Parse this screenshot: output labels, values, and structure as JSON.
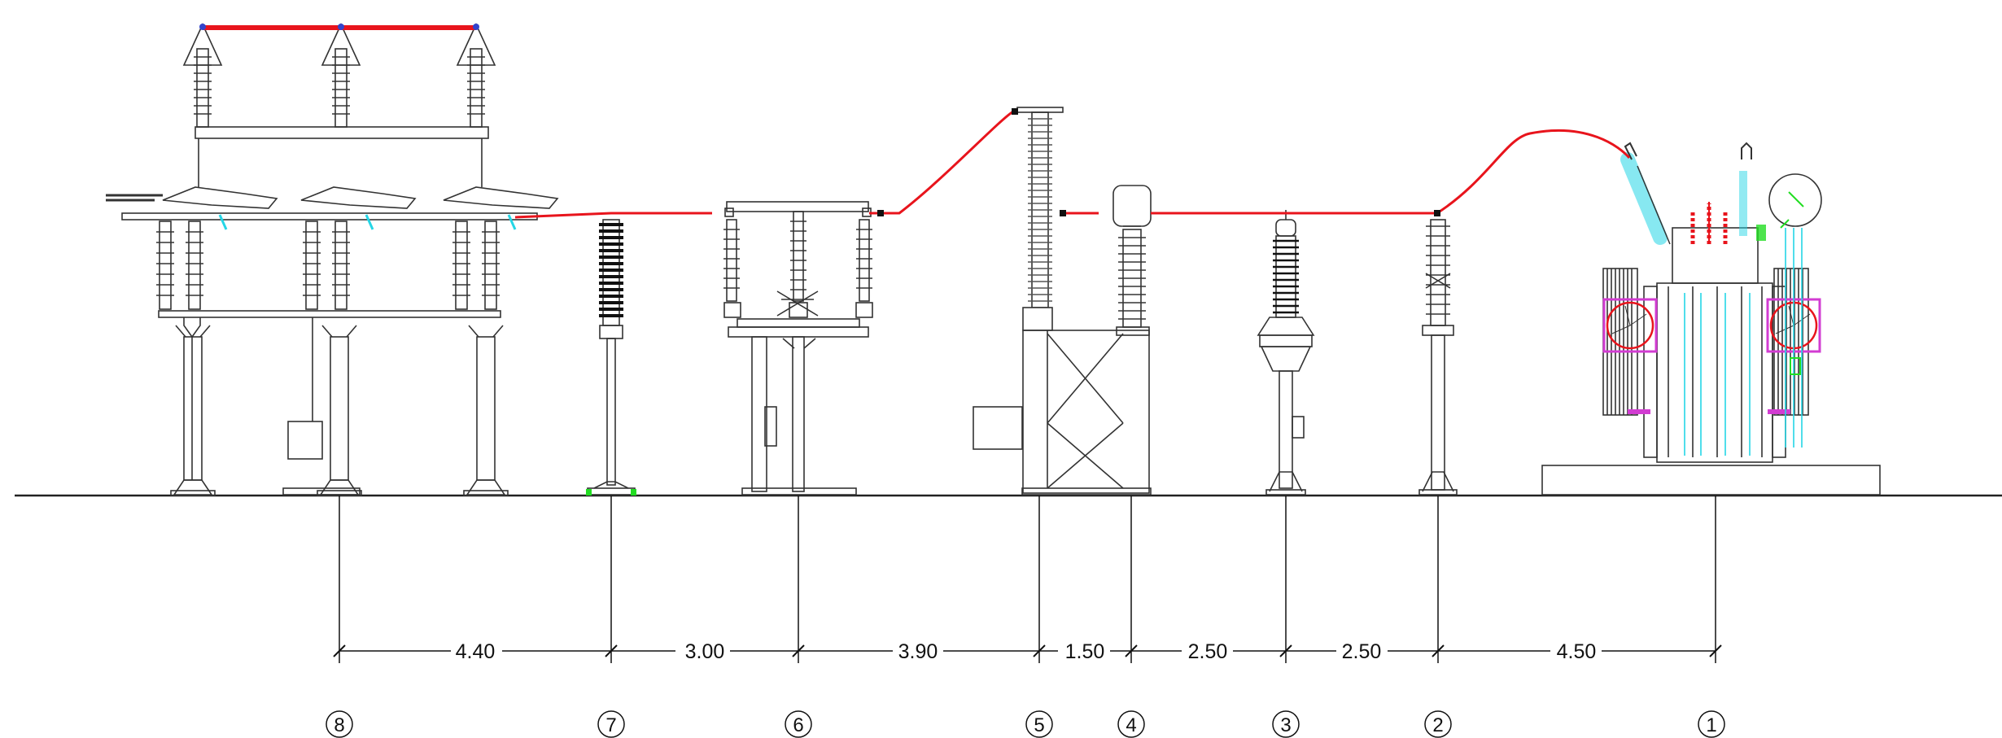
{
  "drawing": {
    "dimensions": [
      "4.40",
      "3.00",
      "3.90",
      "1.50",
      "2.50",
      "2.50",
      "4.50"
    ],
    "equipment_numbers": [
      "8",
      "7",
      "6",
      "5",
      "4",
      "3",
      "2",
      "1"
    ]
  },
  "colors": {
    "conductor": "#e8141c",
    "line": "#222222",
    "accent_cyan": "#25d6e6",
    "accent_green": "#22dd22",
    "accent_magenta": "#d23cd2",
    "accent_blue": "#3344cc"
  }
}
